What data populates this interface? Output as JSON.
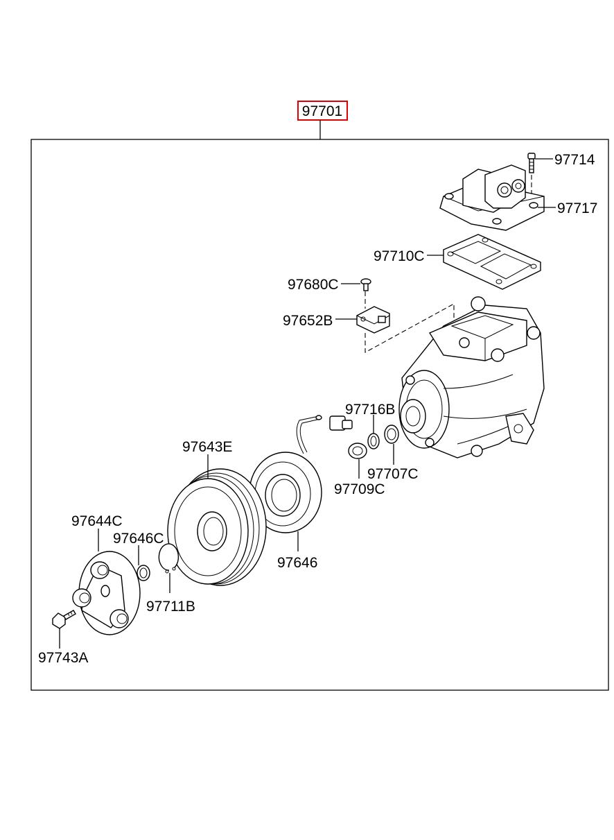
{
  "assembly": {
    "part_number": "97701",
    "highlight_color": "#e00000"
  },
  "parts": {
    "p97714": "97714",
    "p97717": "97717",
    "p97710C": "97710C",
    "p97680C": "97680C",
    "p97652B": "97652B",
    "p97716B": "97716B",
    "p97643E": "97643E",
    "p97707C": "97707C",
    "p97709C": "97709C",
    "p97644C": "97644C",
    "p97646C": "97646C",
    "p97646": "97646",
    "p97711B": "97711B",
    "p97743A": "97743A"
  }
}
